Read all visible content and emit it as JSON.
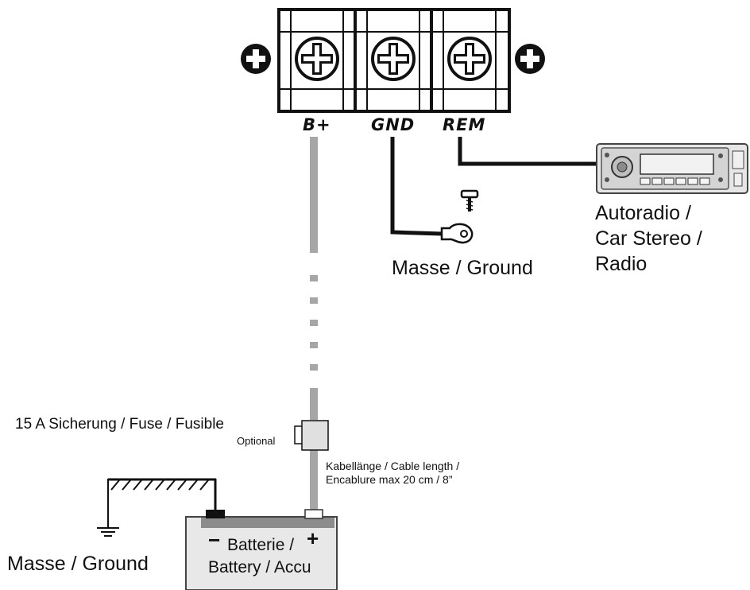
{
  "terminals": {
    "bplus": "B+",
    "gnd": "GND",
    "rem": "REM"
  },
  "radio_label": [
    "Autoradio /",
    "Car Stereo /",
    "Radio"
  ],
  "ground_label_top": "Masse / Ground",
  "fuse_label": "15 A Sicherung / Fuse / Fusible",
  "fuse_optional": "Optional",
  "cable_length": [
    "Kabellänge / Cable length /",
    "Encablure max 20 cm / 8”"
  ],
  "battery": {
    "minus": "−",
    "plus": "+",
    "line1": "Batterie /",
    "line2": "Battery / Accu"
  },
  "ground_label_bottom": "Masse / Ground",
  "colors": {
    "wire_power": "#a6a6a6",
    "wire_signal": "#111111",
    "battery_fill": "#e8e8e8",
    "battery_stripe": "#8c8c8c"
  }
}
